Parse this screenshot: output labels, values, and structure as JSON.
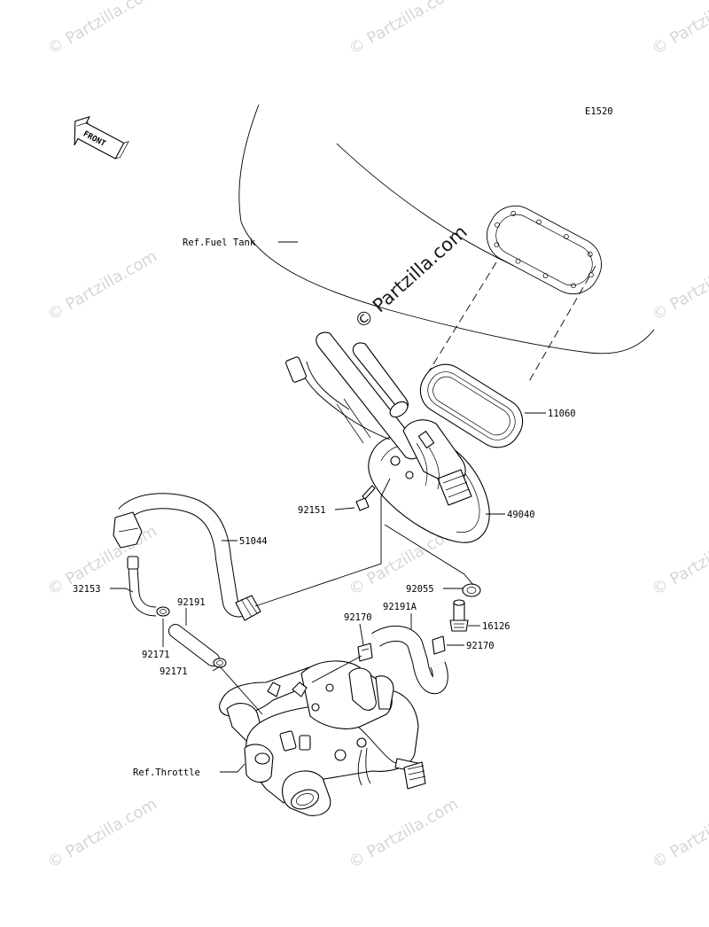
{
  "diagram_code": "E1520",
  "front_marker": "FRONT",
  "watermark": {
    "center_text": "© Partzilla.com",
    "tile_text": "© Partzilla.com"
  },
  "references": {
    "fuel_tank": "Ref.Fuel Tank",
    "throttle": "Ref.Throttle"
  },
  "callouts": [
    {
      "id": "11060",
      "label": "11060"
    },
    {
      "id": "49040",
      "label": "49040"
    },
    {
      "id": "92151",
      "label": "92151"
    },
    {
      "id": "51044",
      "label": "51044"
    },
    {
      "id": "92055",
      "label": "92055"
    },
    {
      "id": "32153",
      "label": "32153"
    },
    {
      "id": "92191",
      "label": "92191"
    },
    {
      "id": "92191A",
      "label": "92191A"
    },
    {
      "id": "16126",
      "label": "16126"
    },
    {
      "id": "92170a",
      "label": "92170"
    },
    {
      "id": "92170b",
      "label": "92170"
    },
    {
      "id": "92171a",
      "label": "92171"
    },
    {
      "id": "92171b",
      "label": "92171"
    }
  ]
}
